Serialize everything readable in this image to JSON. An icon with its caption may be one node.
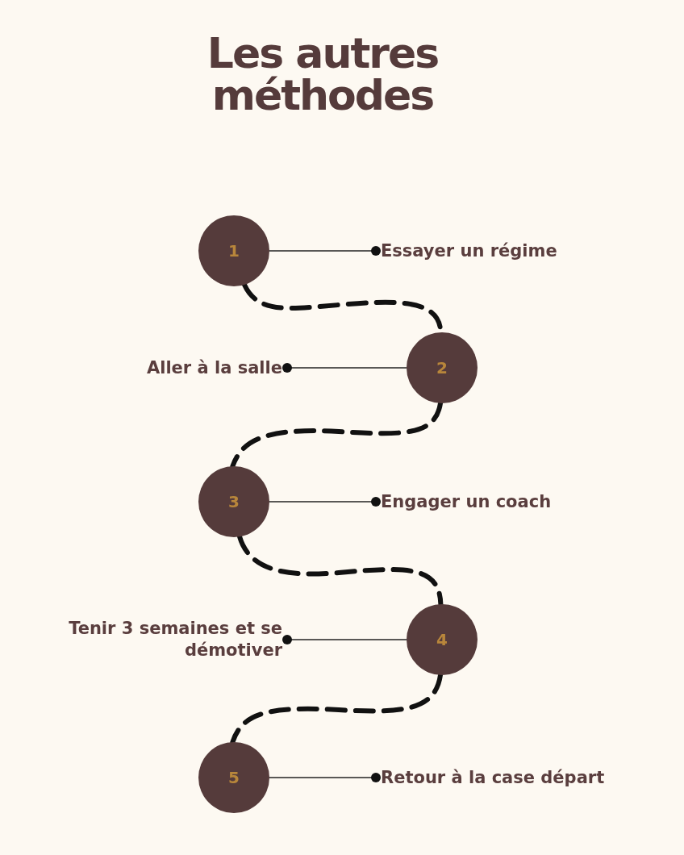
{
  "diagram": {
    "title": "Les autres méthodes",
    "nodes": [
      {
        "text": [
          "1"
        ]
      },
      {
        "text": [
          "Essayer un régime"
        ]
      },
      {
        "text": [
          "Aller à la salle"
        ]
      },
      {
        "text": [
          "2"
        ]
      },
      {
        "text": [
          "3"
        ]
      },
      {
        "text": [
          "Engager un coach"
        ]
      },
      {
        "text": [
          "Tenir 3 semaines et se démotiver"
        ]
      },
      {
        "text": [
          "4"
        ]
      },
      {
        "text": [
          "5"
        ]
      },
      {
        "text": [
          "Retour à la case départ"
        ]
      }
    ],
    "edges": [
      {
        "from": 0,
        "to": 1,
        "arrow": "other"
      },
      {
        "from": 3,
        "to": 2,
        "arrow": "other"
      },
      {
        "from": 4,
        "to": 5,
        "arrow": "other"
      },
      {
        "from": 7,
        "to": 6,
        "arrow": "other"
      },
      {
        "from": 8,
        "to": 9,
        "arrow": "other"
      },
      {
        "from": 0,
        "to": 3,
        "arrow": "none",
        "style": "dashed"
      },
      {
        "from": 3,
        "to": 4,
        "arrow": "none",
        "style": "dashed"
      },
      {
        "from": 4,
        "to": 7,
        "arrow": "none",
        "style": "dashed"
      },
      {
        "from": 7,
        "to": 8,
        "arrow": "none",
        "style": "dashed"
      }
    ]
  }
}
